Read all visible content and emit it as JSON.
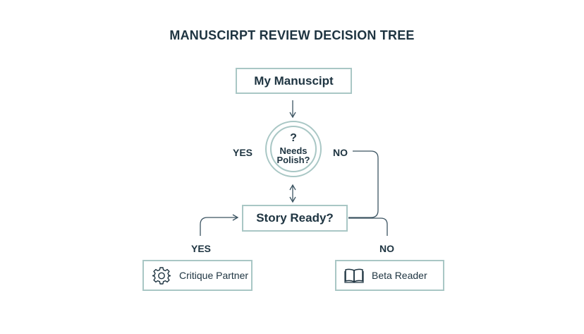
{
  "title": "MANUSCIRPT REVIEW DECISION TREE",
  "nodes": {
    "start": {
      "label": "My Manuscipt"
    },
    "decision": {
      "mark": "?",
      "label": "Needs Polish?"
    },
    "story_ready": {
      "label": "Story Ready?"
    },
    "critique_partner": {
      "label": "Critique Partner",
      "icon": "gear-icon"
    },
    "beta_reader": {
      "label": "Beta Reader",
      "icon": "open-book-icon"
    }
  },
  "edge_labels": {
    "decision_yes": "YES",
    "decision_no": "NO",
    "story_yes": "YES",
    "story_no": "NO"
  },
  "colors": {
    "box_border": "#a9c7c5",
    "text": "#1e3441",
    "connector": "#3c5462"
  }
}
